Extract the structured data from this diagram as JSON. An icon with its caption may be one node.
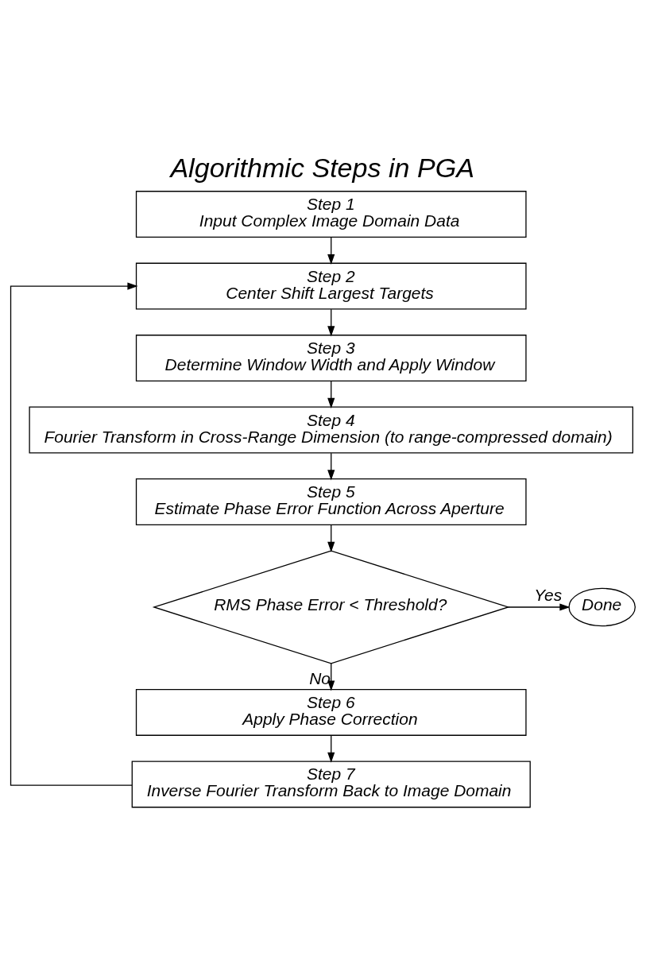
{
  "diagram": {
    "title": "Algorithmic Steps in PGA",
    "nodes": [
      {
        "text": [
          "Step 1",
          "Input Complex Image Domain Data"
        ]
      },
      {
        "text": [
          "Step 2",
          "Center Shift Largest Targets"
        ]
      },
      {
        "text": [
          "Step 3",
          "Determine Window Width and Apply Window"
        ]
      },
      {
        "text": [
          "Step 4",
          "Fourier Transform in Cross-Range Dimension (to range-compressed domain)"
        ]
      },
      {
        "text": [
          "Step 5",
          "Estimate Phase Error Function Across Aperture"
        ]
      },
      {
        "text": [
          "RMS Phase Error < Threshold?"
        ]
      },
      {
        "text": [
          "Done"
        ]
      },
      {
        "text": [
          "Step 6",
          "Apply Phase Correction"
        ]
      },
      {
        "text": [
          "Step 7",
          "Inverse Fourier Transform Back to Image Domain"
        ]
      }
    ],
    "edges": [
      {
        "from": 0,
        "to": 1,
        "arrow": "to"
      },
      {
        "from": 1,
        "to": 2,
        "arrow": "to"
      },
      {
        "from": 2,
        "to": 3,
        "arrow": "to"
      },
      {
        "from": 3,
        "to": 4,
        "arrow": "to"
      },
      {
        "from": 4,
        "to": 5,
        "arrow": "to"
      },
      {
        "from": 5,
        "to": 6,
        "arrow": "to",
        "label": "Yes"
      },
      {
        "from": 5,
        "to": 7,
        "arrow": "to",
        "label": "No"
      },
      {
        "from": 7,
        "to": 8,
        "arrow": "to"
      },
      {
        "from": 8,
        "to": 1,
        "arrow": "to"
      }
    ]
  }
}
